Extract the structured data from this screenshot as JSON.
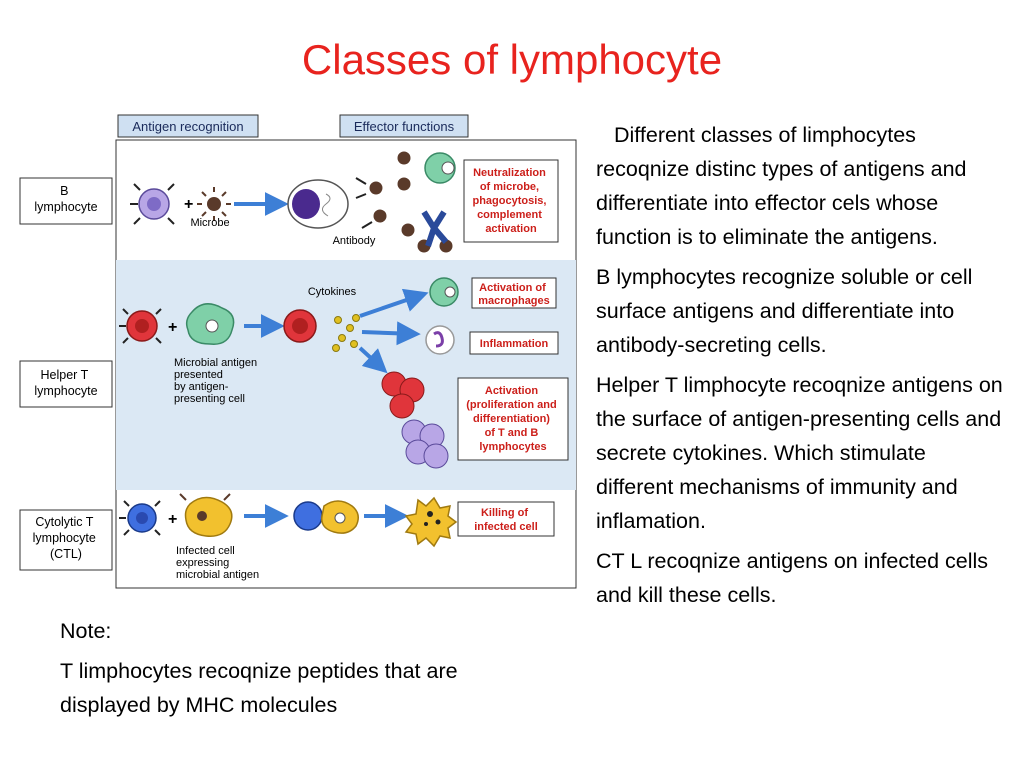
{
  "title": "Classes of lymphocyte",
  "paragraphs": [
    "Different classes of limphocytes recoqnize distinc types of antigens and differentiate into effector cels whose function is to eliminate the antigens.",
    "B lymphocytes recognize soluble or cell surface antigens and differentiate into antibody-secreting cells.",
    "Helper T limphocyte recoqnize antigens on the surface of antigen-presenting cells and secrete  cytokines. Which stimulate different mechanisms of immunity and inflamation.",
    "CT L recoqnize antigens  on infected cells and kill these cells."
  ],
  "note": {
    "heading": "Note:",
    "text": "T limphocytes recoqnize peptides that are displayed by MHC molecules"
  },
  "figure": {
    "header_left": "Antigen recognition",
    "header_right": "Effector functions",
    "rows": {
      "b": {
        "label": [
          "B",
          "lymphocyte"
        ],
        "microbe": "Microbe",
        "antibody": "Antibody",
        "effect": [
          "Neutralization",
          "of microbe,",
          "phagocytosis,",
          "complement",
          "activation"
        ]
      },
      "helper": {
        "label": [
          "Helper T",
          "lymphocyte"
        ],
        "cytokines": "Cytokines",
        "antigen_note": [
          "Microbial antigen",
          "presented",
          "by antigen-",
          "presenting cell"
        ],
        "effect1": [
          "Activation of",
          "macrophages"
        ],
        "effect2": [
          "Inflammation"
        ],
        "effect3": [
          "Activation",
          "(proliferation and",
          "differentiation)",
          "of T and B",
          "lymphocytes"
        ]
      },
      "ctl": {
        "label": [
          "Cytolytic T",
          "lymphocyte",
          "(CTL)"
        ],
        "infected_note": [
          "Infected cell",
          "expressing",
          "microbial antigen"
        ],
        "effect": [
          "Killing of",
          "infected cell"
        ]
      }
    },
    "colors": {
      "effect_text": "#cc1f1a",
      "arrow": "#3d7fd6",
      "header_fill": "#cfe0f2",
      "b_cell": "#b8a6e6",
      "helper_cell": "#e0353b",
      "ctl_cell": "#3f6fe0",
      "macrophage": "#7fd0a8",
      "infected_cell": "#f2c12e",
      "plasma_cell": "#4a2a8e"
    }
  }
}
